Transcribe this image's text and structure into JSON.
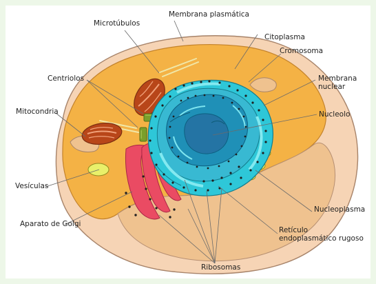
{
  "diagram": {
    "labels": {
      "microtubulos": "Microtúbulos",
      "membrana_plasmatica": "Membrana plasmática",
      "citoplasma": "Citoplasma",
      "cromosoma": "Cromosoma",
      "centriolos": "Centriolos",
      "membrana_nuclear_line1": "Membrana",
      "membrana_nuclear_line2": "nuclear",
      "mitocondria": "Mitocondria",
      "nucleolo": "Nucleolo",
      "vesiculas": "Vesículas",
      "nucleoplasma": "Nucleoplasma",
      "aparato_golgi": "Aparato de Golgi",
      "reticulo_line1": "Retículo",
      "reticulo_line2": "endoplasmático rugoso",
      "ribosomas": "Ribosomas"
    },
    "colors": {
      "frame": "#edf7e8",
      "cell_outer": "#f6d4b5",
      "cell_inner": "#f4b245",
      "cell_fold": "#efc28f",
      "nucleus_outer": "#2ec7d8",
      "nucleus_inner": "#1d8fb7",
      "nucleus_core": "#2474a4",
      "golgi": "#ea4b63",
      "mitochondria": "#b04016",
      "vesicle": "#e9f06a"
    }
  }
}
